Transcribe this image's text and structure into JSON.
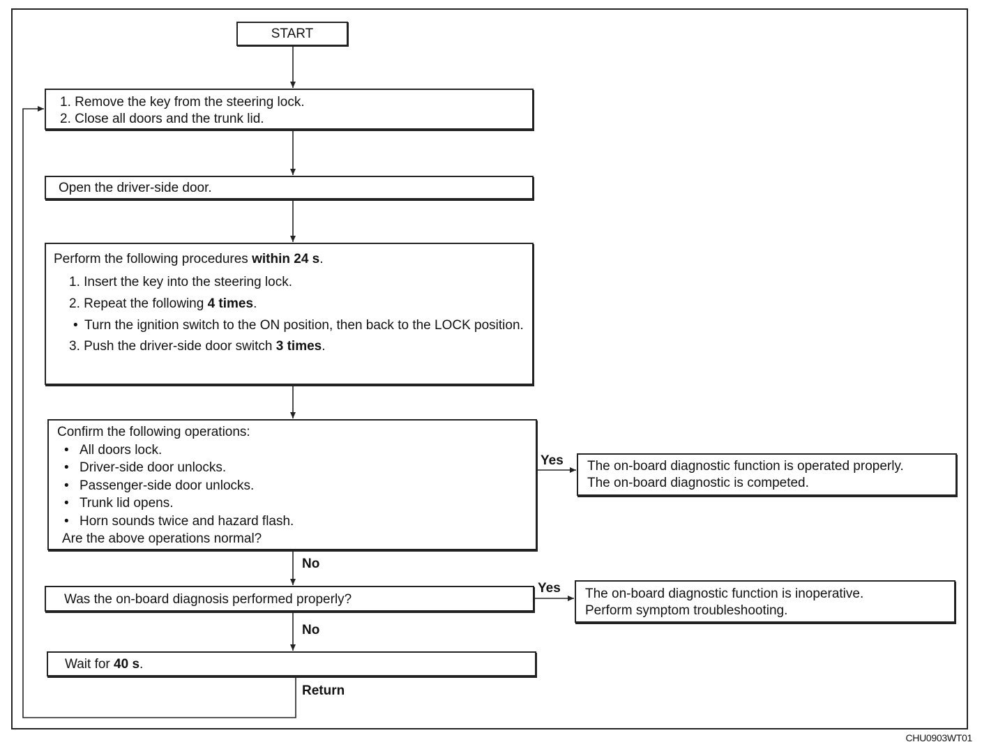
{
  "start": "START",
  "step1": [
    "1. Remove the key from the steering lock.",
    "2. Close all doors and the trunk lid."
  ],
  "step2": "Open the driver-side door.",
  "step3": {
    "intro_pre": "Perform the following procedures ",
    "intro_bold": "within 24 s",
    "intro_post": ".",
    "item1": "1. Insert the key into the steering lock.",
    "item2_pre": "2. Repeat the following ",
    "item2_bold": "4 times",
    "item2_post": ".",
    "bullet": "Turn the ignition switch to the ON position, then back to the LOCK position.",
    "item3_pre": "3. Push the driver-side door switch ",
    "item3_bold": "3 times",
    "item3_post": "."
  },
  "step4": {
    "heading": "Confirm the following operations:",
    "items": [
      "All doors lock.",
      "Driver-side door unlocks.",
      "Passenger-side door unlocks.",
      "Trunk lid opens.",
      "Horn sounds twice and hazard flash."
    ],
    "question": "Are the above operations normal?"
  },
  "result_ok": [
    "The on-board diagnostic function is operated properly.",
    "The on-board diagnostic is competed."
  ],
  "step5": "Was the on-board diagnosis performed properly?",
  "result_fail": [
    "The on-board diagnostic function is inoperative.",
    "Perform symptom troubleshooting."
  ],
  "step6": {
    "pre": "Wait for ",
    "bold": "40 s",
    "post": "."
  },
  "labels": {
    "yes": "Yes",
    "no": "No",
    "return": "Return"
  },
  "figure_code": "CHU0903WT01"
}
